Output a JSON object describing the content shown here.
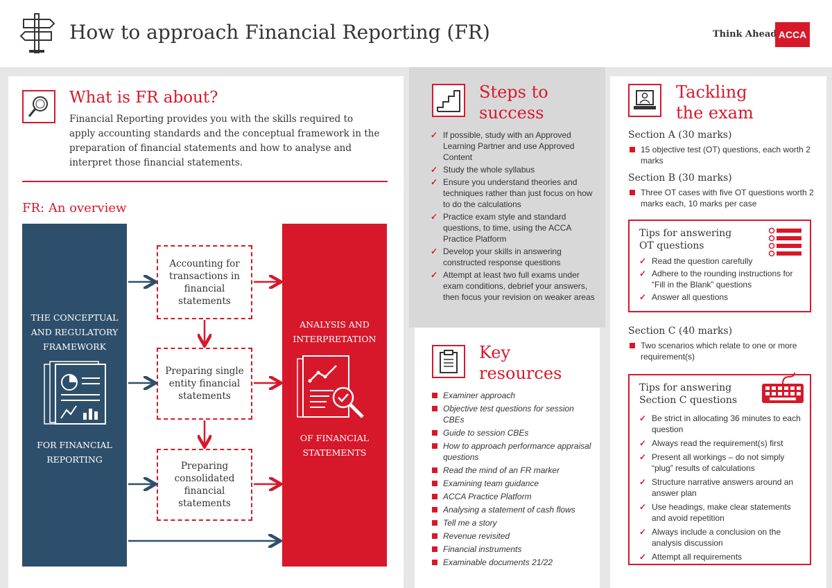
{
  "header": {
    "title": "How to approach Financial Reporting (FR)",
    "tagline": "Think Ahead",
    "logo": "ACCA"
  },
  "what": {
    "heading": "What is FR about?",
    "body": "Financial Reporting provides you with the skills required to apply accounting standards and the conceptual framework in the preparation of financial statements and how to analyse and interpret those financial statements."
  },
  "overview": {
    "heading": "FR: An overview",
    "framework_top": "THE CONCEPTUAL AND REGULATORY FRAMEWORK",
    "framework_bottom": "FOR FINANCIAL REPORTING",
    "analysis_top": "ANALYSIS AND INTERPRETATION",
    "analysis_bottom": "OF FINANCIAL STATEMENTS",
    "steps": [
      "Accounting for transactions in financial statements",
      "Preparing single entity financial statements",
      "Preparing consolidated financial statements"
    ]
  },
  "steps_to_success": {
    "heading_line1": "Steps to",
    "heading_line2": "success",
    "items": [
      "If possible, study with an Approved Learning Partner and use Approved Content",
      "Study the whole syllabus",
      "Ensure you understand theories and techniques rather than just focus on how to do the calculations",
      "Practice exam style and standard questions, to time, using the ACCA Practice Platform",
      "Develop your skills in answering constructed response questions",
      "Attempt at least two full exams under exam conditions, debrief your answers, then focus your revision on weaker areas"
    ]
  },
  "key_resources": {
    "heading_line1": "Key",
    "heading_line2": "resources",
    "items": [
      "Examiner approach",
      "Objective test questions for session CBEs",
      "Guide to session CBEs",
      "How to approach performance appraisal questions",
      "Read the mind of an FR marker",
      "Examining team guidance",
      "ACCA Practice Platform",
      "Analysing a statement of cash flows",
      "Tell me a story",
      "Revenue revisited",
      "Financial instruments",
      "Examinable documents 21/22"
    ]
  },
  "tackling": {
    "heading_line1": "Tackling",
    "heading_line2": "the exam",
    "section_a": {
      "heading": "Section A (30 marks)",
      "items": [
        "15 objective test (OT) questions, each worth 2 marks"
      ]
    },
    "section_b": {
      "heading": "Section B (30 marks)",
      "items": [
        "Three OT cases with five OT questions worth 2 marks each, 10 marks per case"
      ]
    },
    "tips_ot": {
      "title_line1": "Tips for answering",
      "title_line2": "OT questions",
      "items": [
        "Read the question carefully",
        "Adhere to the rounding instructions for “Fill in the Blank” questions",
        "Answer all questions"
      ]
    },
    "section_c": {
      "heading": "Section C (40 marks)",
      "items": [
        "Two scenarios which relate to one or more requirement(s)"
      ]
    },
    "tips_c": {
      "title_line1": "Tips for answering",
      "title_line2": "Section C questions",
      "items": [
        "Be strict in allocating 36 minutes to each question",
        "Always read the requirement(s) first",
        "Present all workings – do not simply “plug” results of calculations",
        "Structure narrative answers around an answer plan",
        "Use headings, make clear statements and avoid repetition",
        "Always include a conclusion on the analysis discussion",
        "Attempt all requirements"
      ]
    }
  },
  "colors": {
    "accent": "#d7182a",
    "navy": "#2e4f6b",
    "grey": "#e6e6e7"
  }
}
